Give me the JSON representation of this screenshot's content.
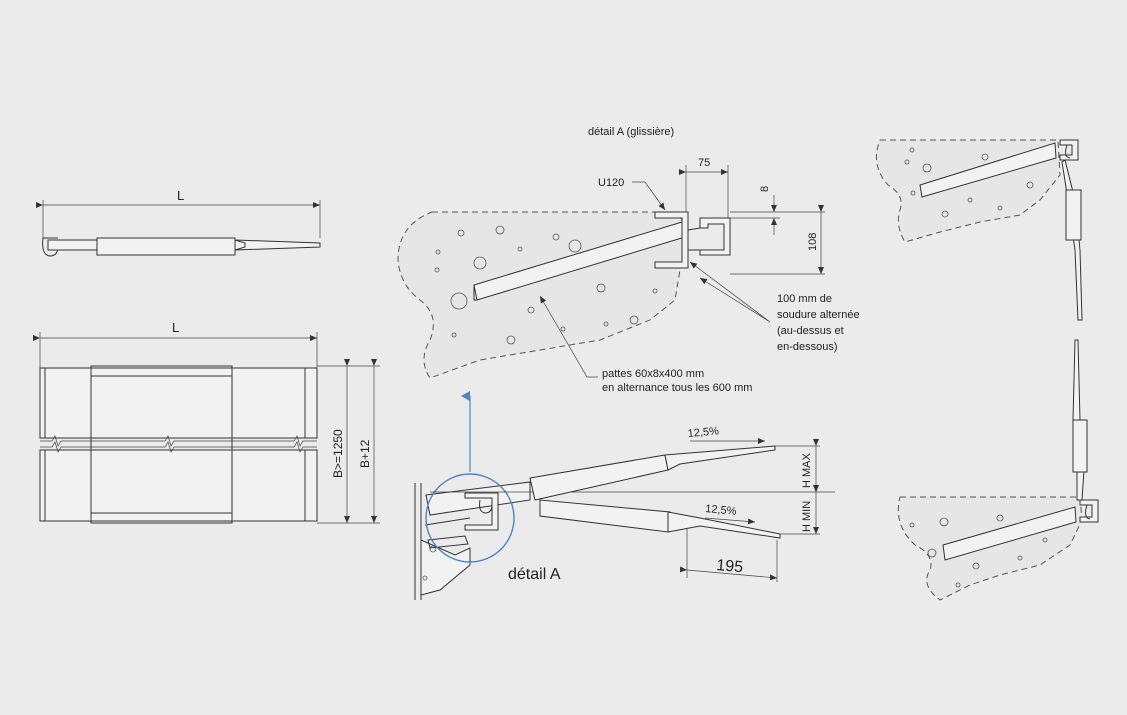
{
  "colors": {
    "background": "#ebebeb",
    "lines": "#333333",
    "arrow": "#4a86c5"
  },
  "side_view": {
    "length_label": "L"
  },
  "top_view": {
    "length_label": "L",
    "width_label_inner": "B>=1250",
    "width_label_outer": "B+12"
  },
  "detail": {
    "title": "détail A (glissière)",
    "profile_label": "U120",
    "dim_width": "75",
    "dim_gap": "8",
    "dim_height": "108",
    "weld_note": [
      "100 mm de",
      "soudure alternée",
      "(au-dessus et",
      "en-dessous)"
    ],
    "tabs_note": [
      "pattes 60x8x400 mm",
      "en alternance tous les 600 mm"
    ]
  },
  "section": {
    "detail_ref": "détail A",
    "slope_upper": "12,5%",
    "slope_lower": "12,5%",
    "h_max": "H MAX",
    "h_min": "H MIN",
    "dim_offset": "195"
  }
}
